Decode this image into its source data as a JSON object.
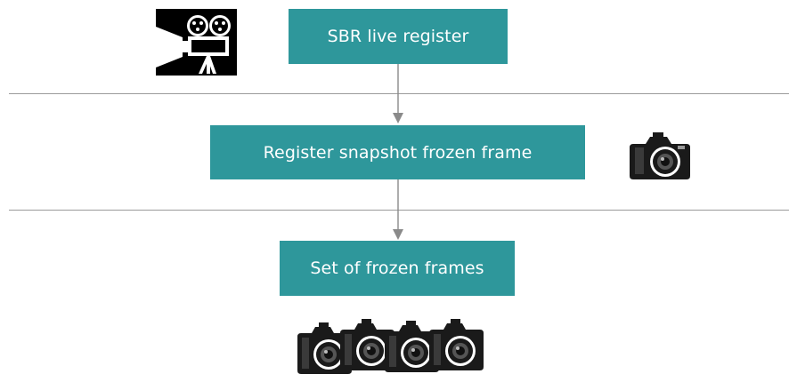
{
  "diagram": {
    "nodes": [
      {
        "id": "live",
        "label": "SBR live register"
      },
      {
        "id": "snapshot",
        "label": "Register snapshot frozen frame"
      },
      {
        "id": "set",
        "label": "Set of frozen frames"
      }
    ],
    "edges": [
      {
        "from": "live",
        "to": "snapshot"
      },
      {
        "from": "snapshot",
        "to": "set"
      }
    ],
    "icons": {
      "top": "movie-camera-icon",
      "middle": "camera-icon",
      "bottom": "camera-group-icon"
    },
    "colors": {
      "box_fill": "#2e979b",
      "box_text": "#ffffff",
      "divider": "#9a9a9a",
      "arrow": "#8a8a8a"
    }
  }
}
